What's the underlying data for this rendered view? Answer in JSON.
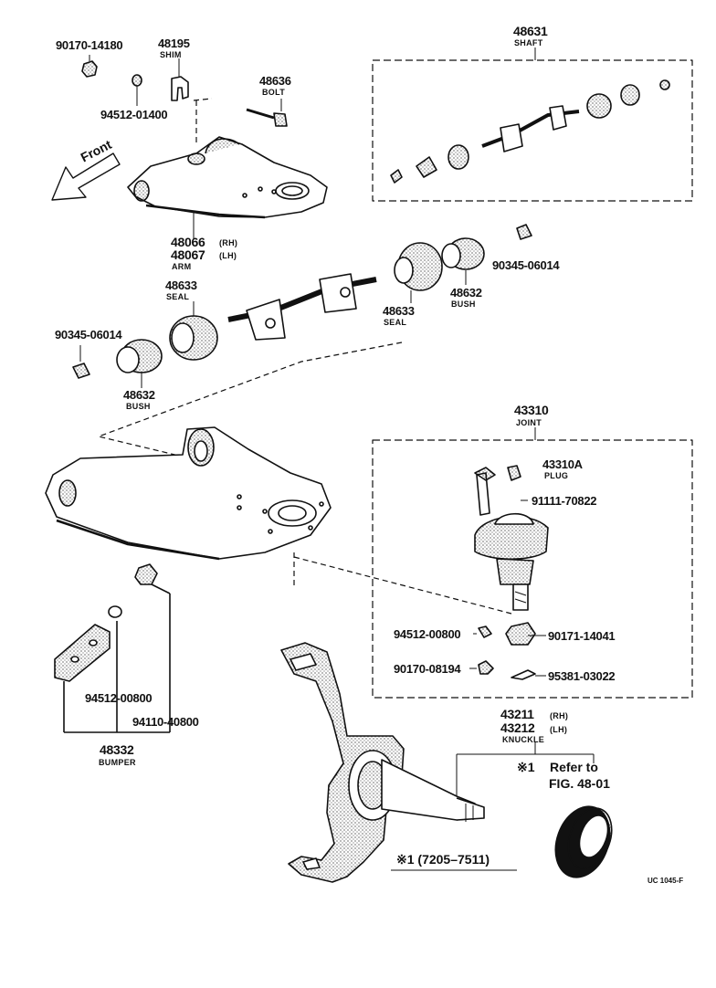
{
  "front_label": "Front",
  "shim": {
    "pn": "48195",
    "name": "SHIM"
  },
  "nut_top": {
    "pn": "90170-14180"
  },
  "washer_top": {
    "pn": "94512-01400"
  },
  "bolt": {
    "pn": "48636",
    "name": "BOLT"
  },
  "shaft": {
    "pn": "48631",
    "name": "SHAFT"
  },
  "arm": {
    "pn_rh": "48066",
    "rh": "(RH)",
    "pn_lh": "48067",
    "lh": "(LH)",
    "name": "ARM"
  },
  "seal_left": {
    "pn": "48633",
    "name": "SEAL"
  },
  "seal_right": {
    "pn": "48633",
    "name": "SEAL"
  },
  "bush_left": {
    "pn": "48632",
    "name": "BUSH"
  },
  "bush_right": {
    "pn": "48632",
    "name": "BUSH"
  },
  "bolt_left": {
    "pn": "90345-06014"
  },
  "bolt_right": {
    "pn": "90345-06014"
  },
  "joint": {
    "pn": "43310",
    "name": "JOINT"
  },
  "plug": {
    "pn": "43310A",
    "name": "PLUG"
  },
  "joint_bolt": {
    "pn": "91111-70822"
  },
  "joint_washer": {
    "pn": "94512-00800"
  },
  "joint_nut": {
    "pn": "90171-14041"
  },
  "joint_nut2": {
    "pn": "90170-08194"
  },
  "cotter": {
    "pn": "95381-03022"
  },
  "bumper_washer": {
    "pn": "94512-00800"
  },
  "bumper_nut": {
    "pn": "94110-40800"
  },
  "bumper": {
    "pn": "48332",
    "name": "BUMPER"
  },
  "knuckle": {
    "pn_rh": "43211",
    "rh": "(RH)",
    "pn_lh": "43212",
    "lh": "(LH)",
    "name": "KNUCKLE"
  },
  "refer": {
    "mark": "※1",
    "line1": "Refer to",
    "line2": "FIG. 48-01"
  },
  "period": {
    "text": "※1 (7205–7511)"
  },
  "code": {
    "text": "UC 1045-F"
  }
}
